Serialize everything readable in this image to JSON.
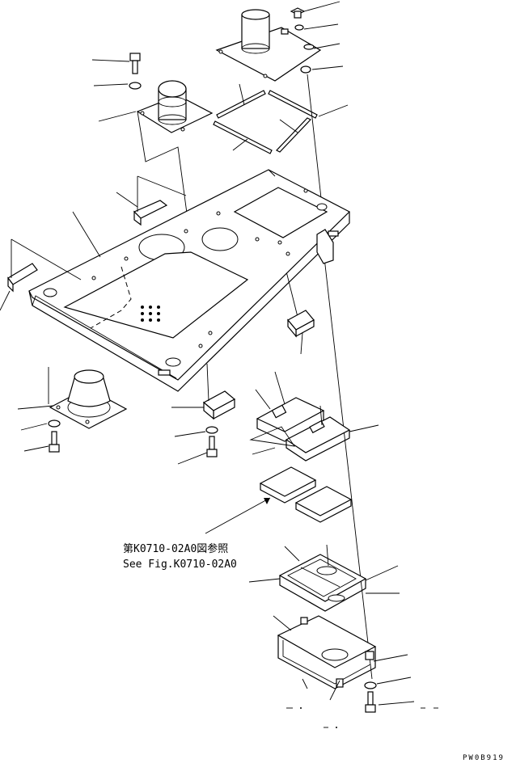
{
  "reference_note": {
    "line1": "第K0710-02A0図参照",
    "line2": "See Fig.K0710-02A0"
  },
  "figure_code": "PW0B919"
}
